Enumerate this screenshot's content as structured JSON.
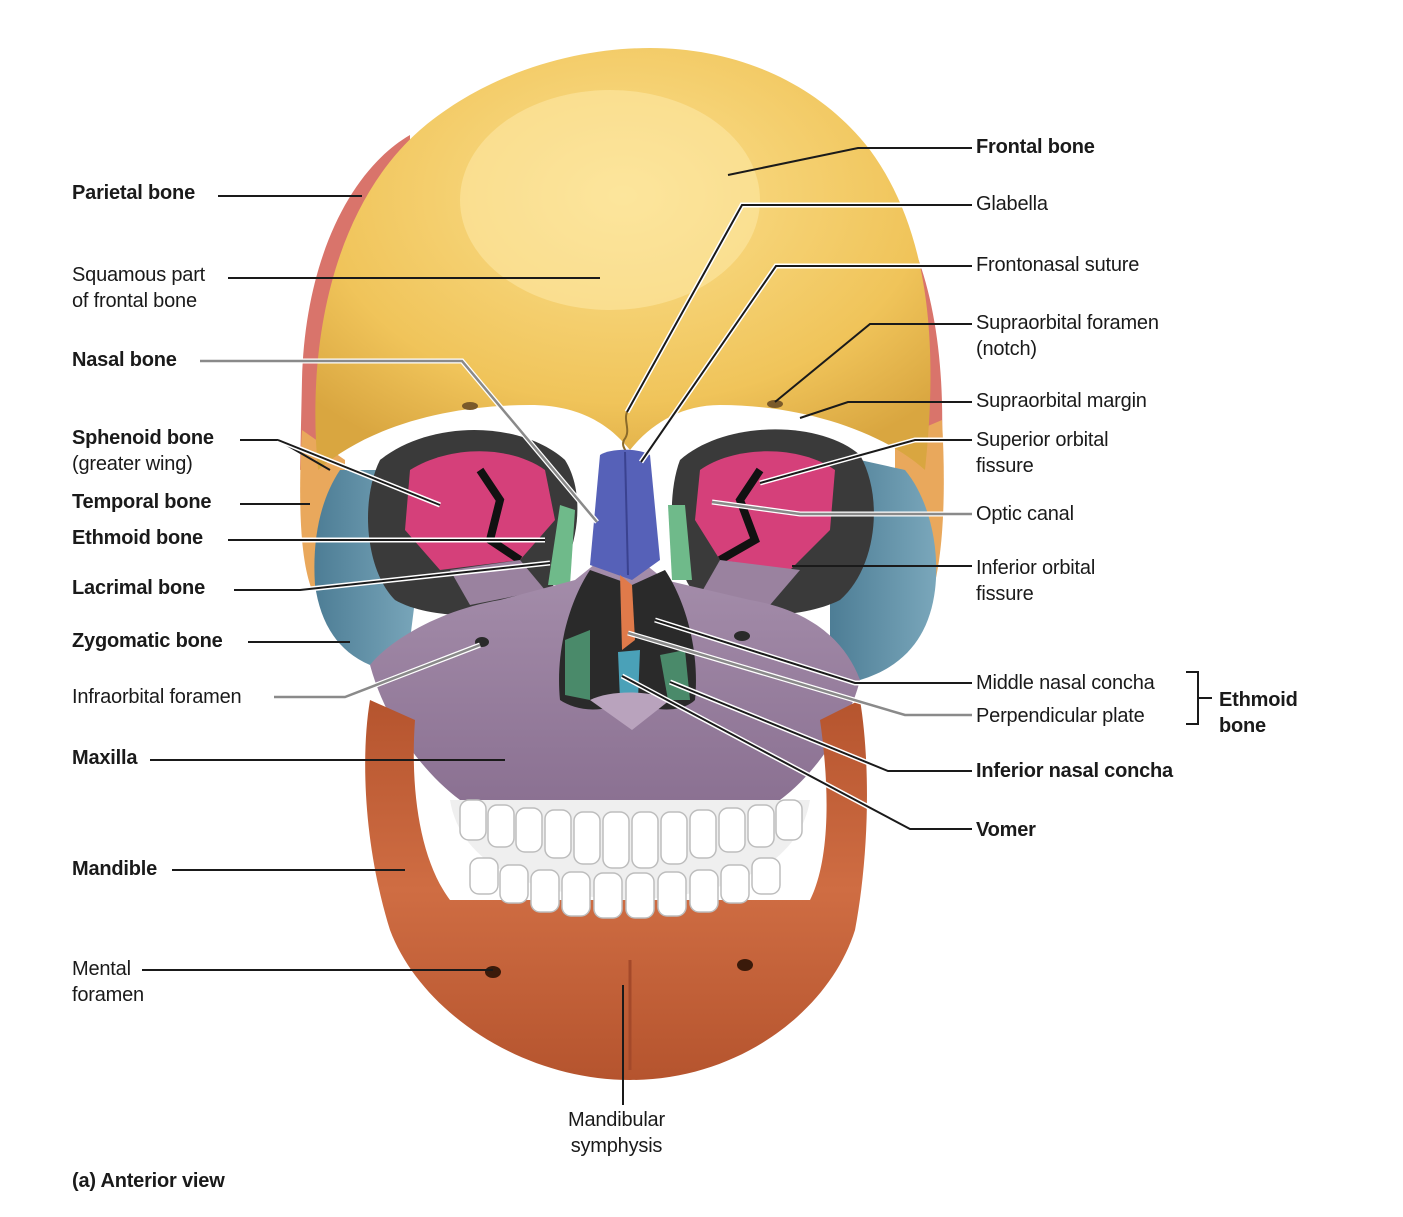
{
  "labels": {
    "parietal": "Parietal bone",
    "squamous_1": "Squamous part",
    "squamous_2": "of frontal bone",
    "nasal": "Nasal bone",
    "sphenoid_1": "Sphenoid bone",
    "sphenoid_2": "(greater wing)",
    "temporal": "Temporal bone",
    "ethmoid": "Ethmoid bone",
    "lacrimal": "Lacrimal bone",
    "zygomatic": "Zygomatic bone",
    "infraorbital": "Infraorbital foramen",
    "maxilla": "Maxilla",
    "mandible": "Mandible",
    "mental_1": "Mental",
    "mental_2": "foramen",
    "frontal": "Frontal bone",
    "glabella": "Glabella",
    "frontonasal": "Frontonasal suture",
    "supraorbital_foramen_1": "Supraorbital foramen",
    "supraorbital_foramen_2": "(notch)",
    "supraorbital_margin": "Supraorbital margin",
    "superior_orbital_1": "Superior orbital",
    "superior_orbital_2": "fissure",
    "optic": "Optic canal",
    "inferior_orbital_1": "Inferior orbital",
    "inferior_orbital_2": "fissure",
    "middle_nasal": "Middle nasal concha",
    "perpendicular": "Perpendicular plate",
    "ethmoid_group_1": "Ethmoid",
    "ethmoid_group_2": "bone",
    "inferior_nasal": "Inferior nasal concha",
    "vomer": "Vomer",
    "symphysis_1": "Mandibular",
    "symphysis_2": "symphysis"
  },
  "caption": "(a) Anterior view",
  "colors": {
    "frontal": "#f3c65c",
    "parietal": "#d9746b",
    "sphenoid": "#d5407a",
    "temporal": "#e9a85c",
    "zygomatic": "#5f8fa6",
    "maxilla": "#9a829f",
    "nasal": "#5661b8",
    "lacrimal": "#6fba8a",
    "mandible": "#c8653d",
    "teeth": "#ffffff",
    "concha": "#e07a4a",
    "vomer": "#4aa1b8"
  }
}
